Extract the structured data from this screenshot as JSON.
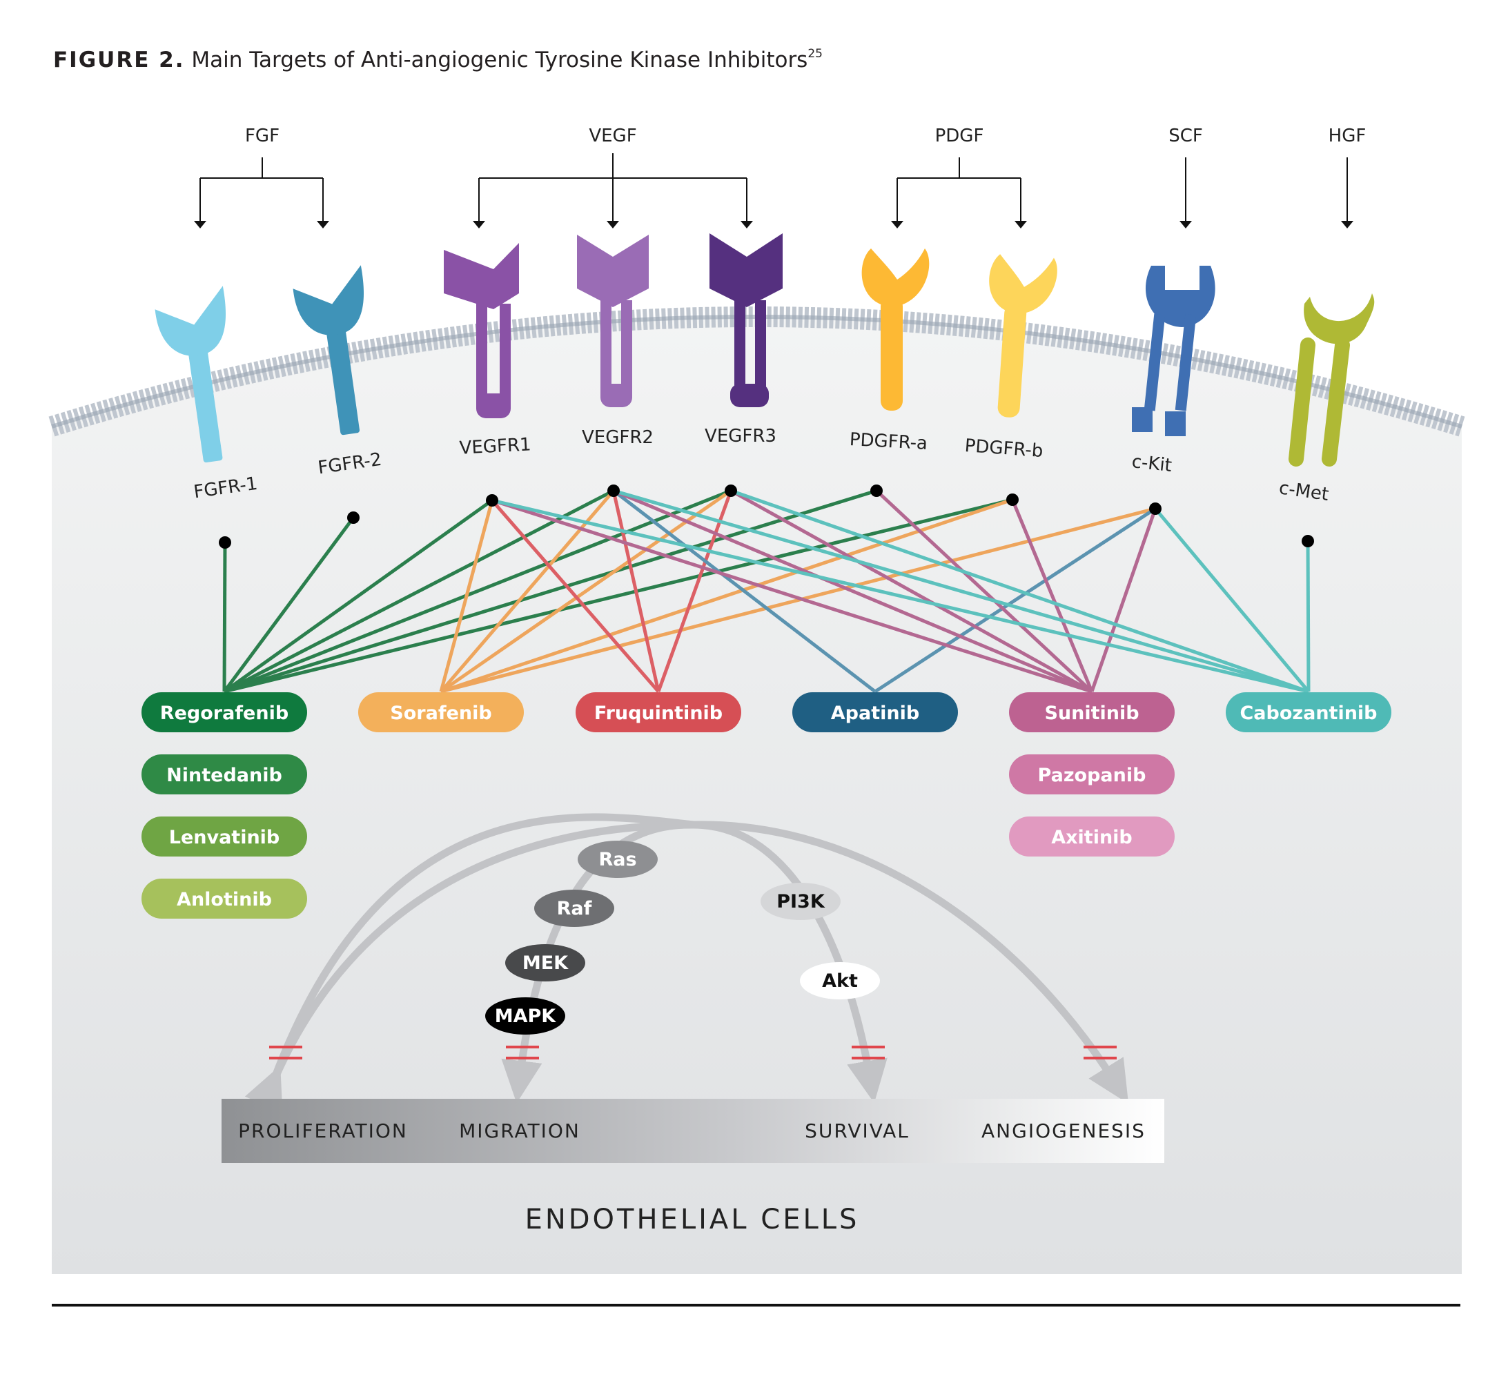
{
  "figure": {
    "label": "FIGURE 2.",
    "title": "Main Targets of Anti-angiogenic Tyrosine Kinase Inhibitors",
    "ref": "25"
  },
  "ligands": [
    "FGF",
    "VEGF",
    "PDGF",
    "SCF",
    "HGF"
  ],
  "receptors": [
    "FGFR-1",
    "FGFR-2",
    "VEGFR1",
    "VEGFR2",
    "VEGFR3",
    "PDGFR-a",
    "PDGFR-b",
    "c-Kit",
    "c-Met"
  ],
  "receptor_colors": [
    "#7fcfe8",
    "#3f93b8",
    "#8a52a6",
    "#9a6cb5",
    "#55307f",
    "#fdb934",
    "#fdd55a",
    "#3f6fb3",
    "#afb935"
  ],
  "drugs": {
    "row": [
      {
        "name": "Regorafenib",
        "color": "#0f7a3e"
      },
      {
        "name": "Sorafenib",
        "color": "#f3b05b"
      },
      {
        "name": "Fruquintinib",
        "color": "#d64f55"
      },
      {
        "name": "Apatinib",
        "color": "#1f5f83"
      },
      {
        "name": "Sunitinib",
        "color": "#bd6291"
      },
      {
        "name": "Cabozantinib",
        "color": "#4fbab6"
      }
    ],
    "left_column": [
      {
        "name": "Nintedanib",
        "color": "#2f8a46"
      },
      {
        "name": "Lenvatinib",
        "color": "#6fa544"
      },
      {
        "name": "Anlotinib",
        "color": "#a6c15c"
      }
    ],
    "right_column": [
      {
        "name": "Pazopanib",
        "color": "#cf78a5"
      },
      {
        "name": "Axitinib",
        "color": "#e19ac0"
      }
    ]
  },
  "targets": [
    {
      "drug": "Regorafenib",
      "receptors": [
        "FGFR-1",
        "FGFR-2",
        "VEGFR1",
        "VEGFR2",
        "VEGFR3",
        "PDGFR-a",
        "PDGFR-b"
      ],
      "color": "#2b7f4d"
    },
    {
      "drug": "Sorafenib",
      "receptors": [
        "VEGFR1",
        "VEGFR2",
        "VEGFR3",
        "PDGFR-b",
        "c-Kit"
      ],
      "color": "#eea55c"
    },
    {
      "drug": "Fruquintinib",
      "receptors": [
        "VEGFR1",
        "VEGFR2",
        "VEGFR3"
      ],
      "color": "#dc5f65"
    },
    {
      "drug": "Apatinib",
      "receptors": [
        "VEGFR2",
        "c-Kit"
      ],
      "color": "#5b93b0"
    },
    {
      "drug": "Sunitinib",
      "receptors": [
        "VEGFR1",
        "VEGFR2",
        "VEGFR3",
        "PDGFR-a",
        "PDGFR-b",
        "c-Kit"
      ],
      "color": "#b36891"
    },
    {
      "drug": "Cabozantinib",
      "receptors": [
        "VEGFR1",
        "VEGFR2",
        "VEGFR3",
        "c-Kit",
        "c-Met"
      ],
      "color": "#5cc1bd"
    }
  ],
  "pathway": {
    "ras_chain": [
      "Ras",
      "Raf",
      "MEK",
      "MAPK"
    ],
    "pi3k_chain": [
      "PI3K",
      "Akt"
    ]
  },
  "outcomes": [
    "PROLIFERATION",
    "MIGRATION",
    "SURVIVAL",
    "ANGIOGENESIS"
  ],
  "cell_label": "ENDOTHELIAL CELLS"
}
